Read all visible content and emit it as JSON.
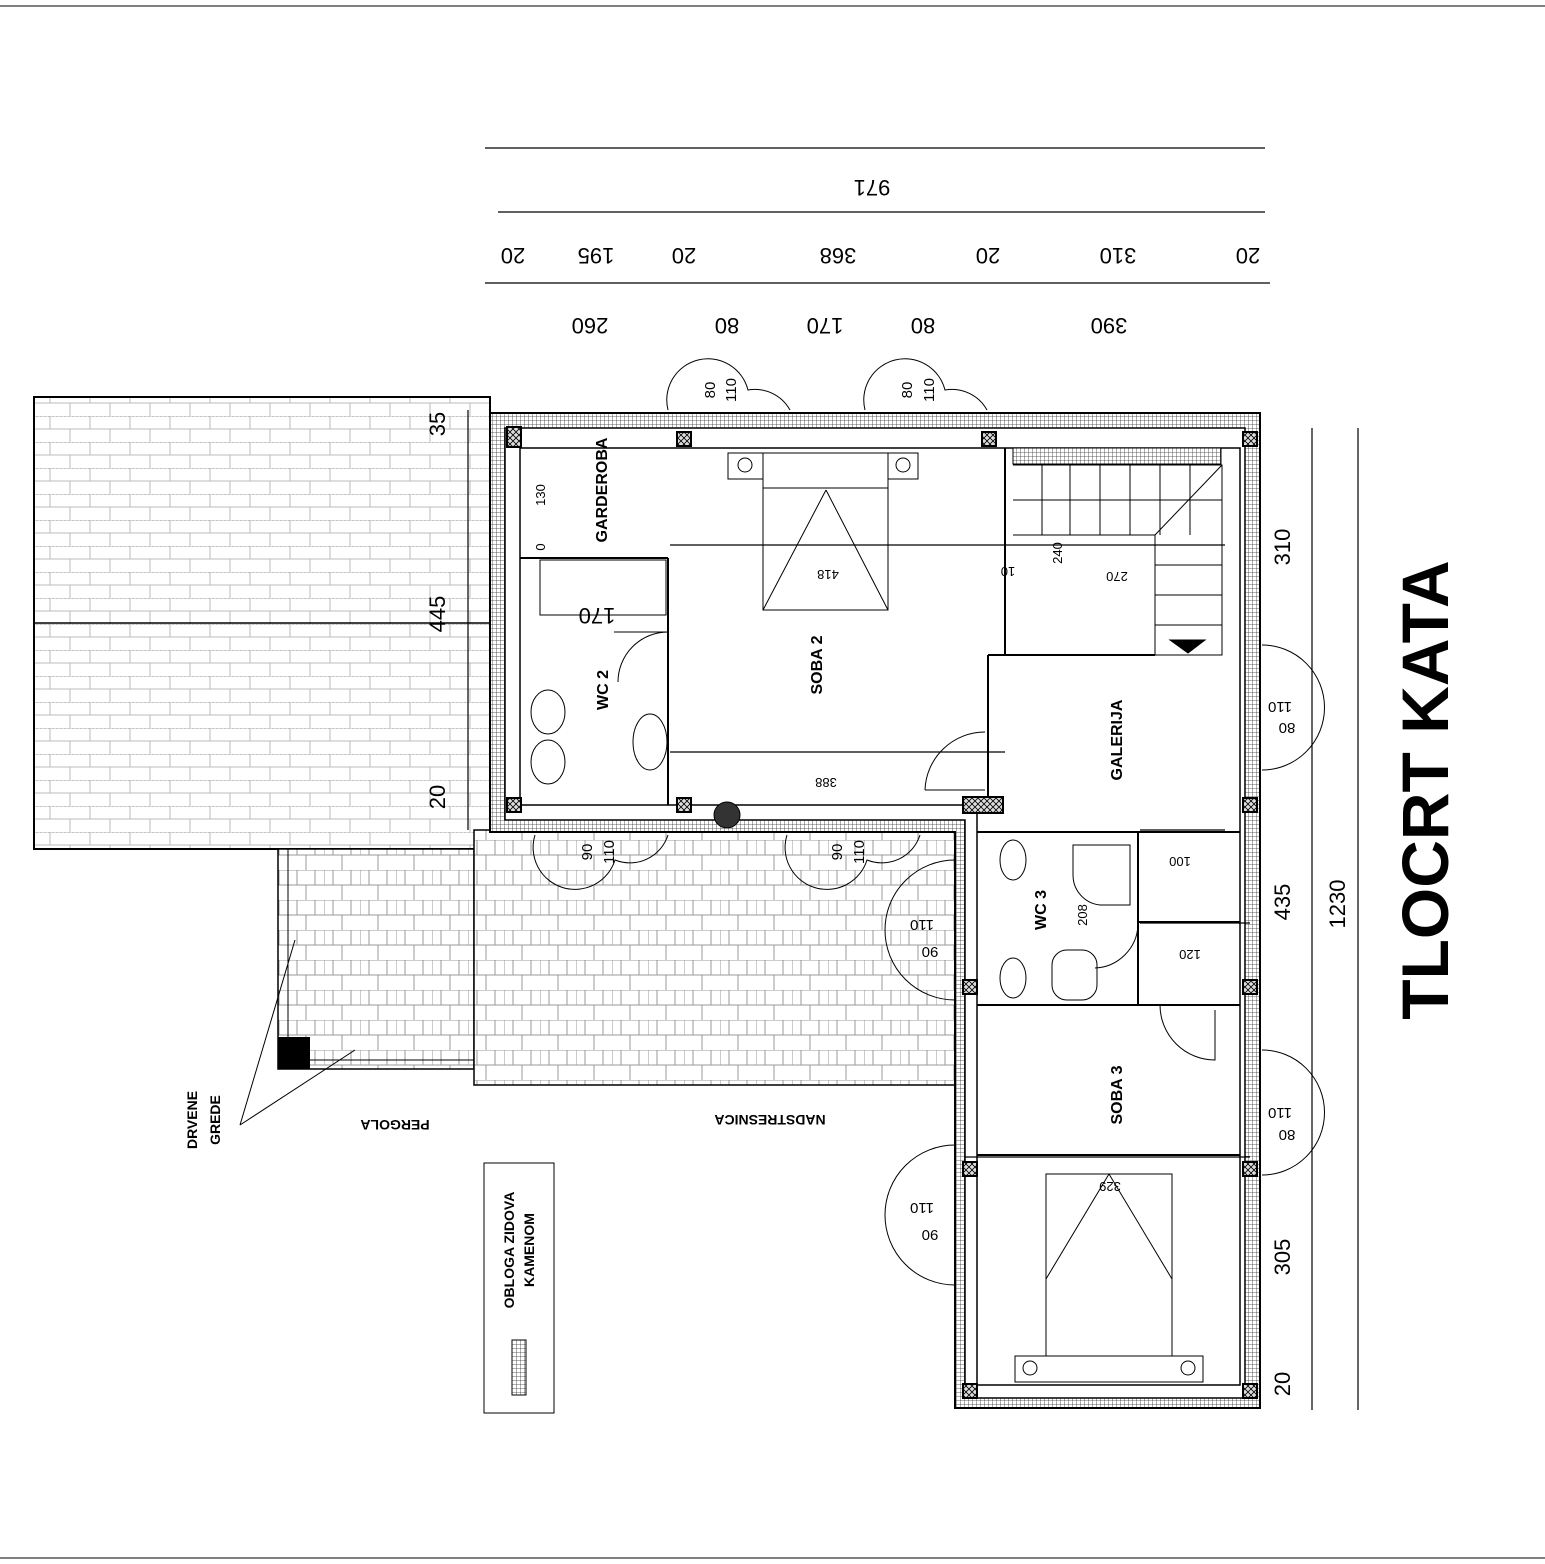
{
  "title": "TLOCRT KATA",
  "rooms": {
    "garderoba": "GARDEROBA",
    "wc2": "WC 2",
    "soba2": "SOBA 2",
    "galerija": "GALERIJA",
    "wc3": "WC 3",
    "soba3": "SOBA 3",
    "pergola": "PERGOLA",
    "nadstresnica": "NADSTRESNICA"
  },
  "annotations": {
    "drvene": "DRVENE",
    "grede": "GREDE",
    "legend_line1": "OBLOGA ZIDOVA",
    "legend_line2": "KAMENOM"
  },
  "dimensions": {
    "top_total": "971",
    "top_row2": [
      "20",
      "195",
      "20",
      "368",
      "20",
      "310",
      "20"
    ],
    "top_row3": [
      "260",
      "80",
      "170",
      "80",
      "390"
    ],
    "right": [
      "310",
      "435",
      "305",
      "20"
    ],
    "right_total": "1230",
    "left": [
      "35",
      "445",
      "20"
    ],
    "interior": {
      "garderoba_130": "130",
      "garderoba_0": "0",
      "bath_170": "170",
      "soba2_418": "418",
      "stair_10": "10",
      "stair_240": "240",
      "stair_270": "270",
      "soba2_388": "388",
      "wc3_100": "100",
      "wc3_120": "120",
      "wc3_208": "208",
      "soba3_329": "329"
    },
    "windows": {
      "top1": [
        "80",
        "110"
      ],
      "top2": [
        "80",
        "110"
      ],
      "bottom1": [
        "90",
        "110"
      ],
      "bottom2": [
        "90",
        "110"
      ],
      "right1": [
        "110",
        "80"
      ],
      "right2": [
        "110",
        "80"
      ],
      "left1": [
        "110",
        "90"
      ],
      "left2": [
        "110",
        "90"
      ]
    }
  }
}
